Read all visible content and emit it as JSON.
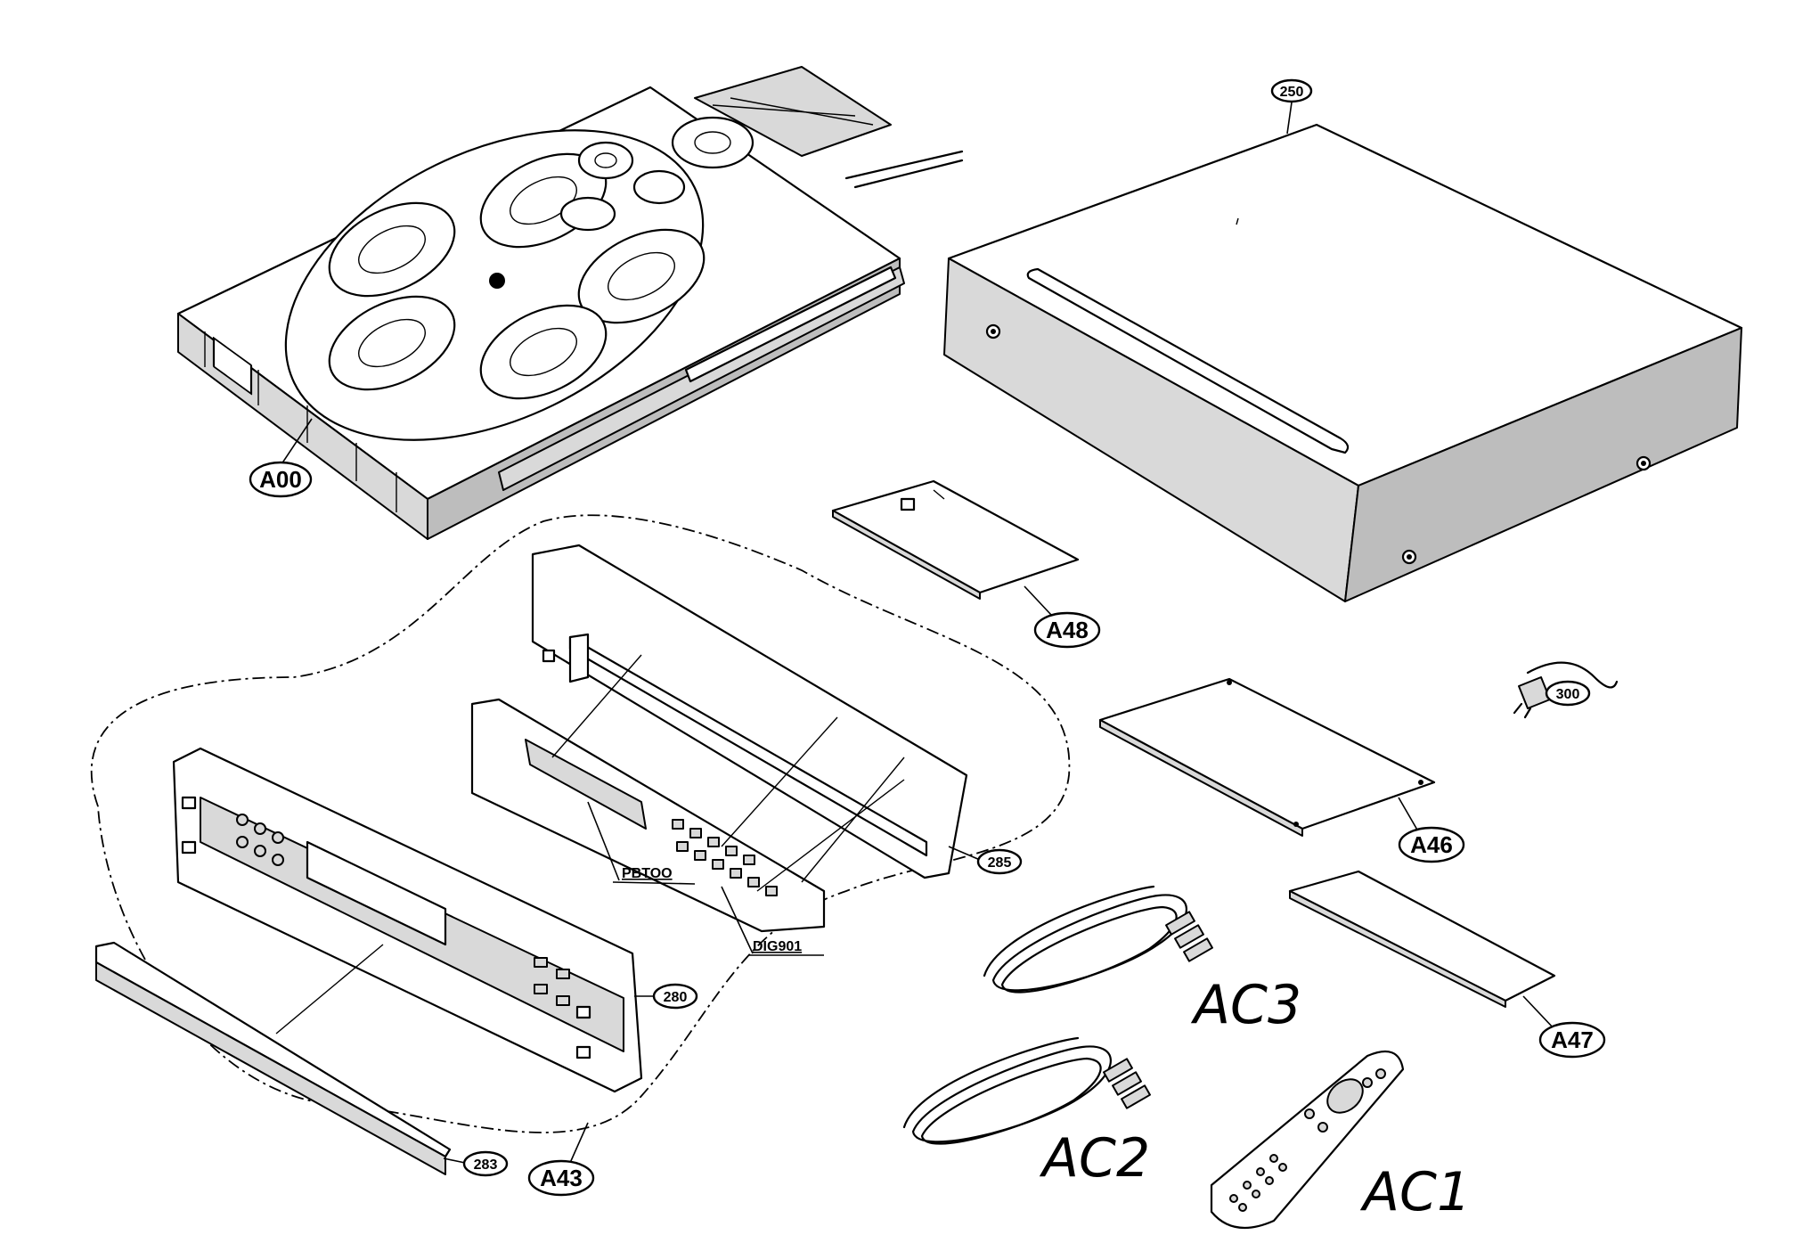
{
  "labels": {
    "a00": "A00",
    "p250": "250",
    "a48": "A48",
    "p300": "300",
    "a46": "A46",
    "p285": "285",
    "pbt00": "PBTOO",
    "dig901": "DIG901",
    "p280": "280",
    "a47": "A47",
    "ac3": "AC3",
    "ac2": "AC2",
    "ac1": "AC1",
    "p283": "283",
    "a43": "A43"
  }
}
